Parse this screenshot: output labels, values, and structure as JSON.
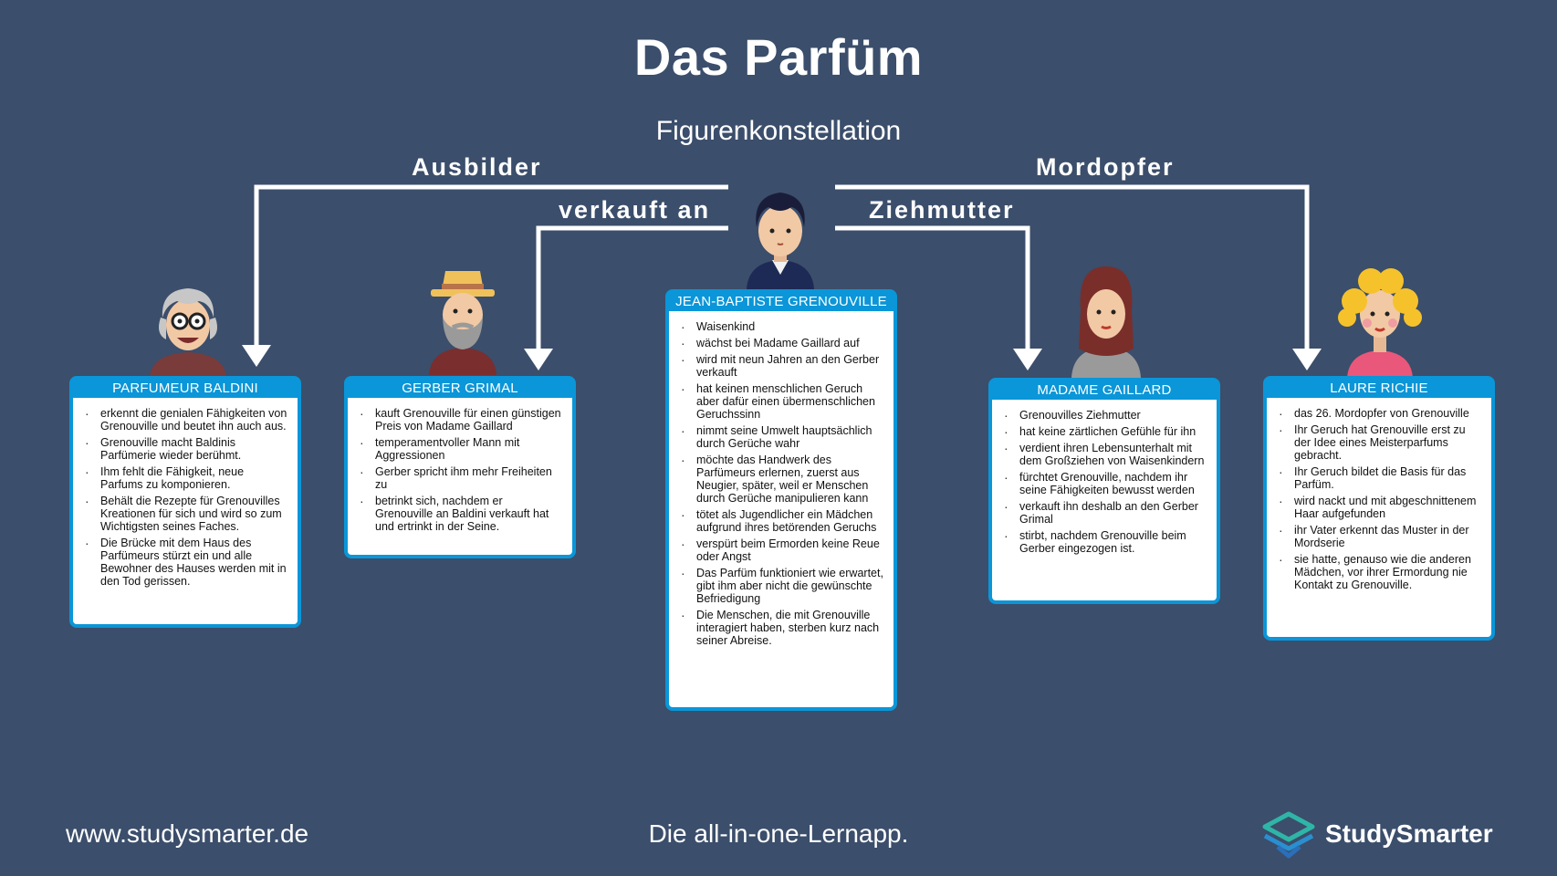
{
  "title": "Das Parfüm",
  "subtitle": "Figurenkonstellation",
  "relations": {
    "ausbilder": "Ausbilder",
    "verkauft_an": "verkauft an",
    "ziehmutter": "Ziehmutter",
    "mordopfer": "Mordopfer"
  },
  "center": {
    "name": "JEAN-BAPTISTE GRENOUVILLE",
    "items": [
      "Waisenkind",
      "wächst bei Madame Gaillard auf",
      "wird mit neun Jahren an den Gerber verkauft",
      "hat keinen menschlichen Geruch aber dafür einen übermenschlichen Geruchssinn",
      "nimmt seine Umwelt hauptsächlich durch Gerüche wahr",
      "möchte das Handwerk des Parfümeurs erlernen, zuerst aus Neugier, später, weil er Menschen durch Gerüche manipulieren kann",
      "tötet als Jugendlicher ein Mädchen aufgrund ihres betörenden Geruchs",
      "verspürt beim Ermorden keine Reue oder Angst",
      "Das Parfüm funktioniert wie erwartet, gibt ihm aber nicht die gewünschte Befriedigung",
      "Die Menschen, die mit Grenouville interagiert haben, sterben kurz nach seiner Abreise."
    ]
  },
  "baldini": {
    "name": "PARFUMEUR BALDINI",
    "items": [
      "erkennt die genialen Fähigkeiten von Grenouville und beutet ihn auch aus.",
      "Grenouville macht Baldinis Parfümerie wieder berühmt.",
      "Ihm fehlt die Fähigkeit, neue Parfums zu komponieren.",
      "Behält die Rezepte für Grenouvilles Kreationen für sich und wird so zum Wichtigsten seines Faches.",
      "Die Brücke mit dem Haus des Parfümeurs stürzt ein und alle Bewohner des Hauses werden mit in den Tod gerissen."
    ]
  },
  "grimal": {
    "name": "GERBER GRIMAL",
    "items": [
      "kauft Grenouville für einen günstigen Preis von Madame Gaillard",
      "temperamentvoller Mann mit Aggressionen",
      "Gerber spricht ihm mehr Freiheiten zu",
      "betrinkt sich, nachdem er Grenouville an Baldini verkauft hat und ertrinkt in der Seine."
    ]
  },
  "gaillard": {
    "name": "MADAME GAILLARD",
    "items": [
      "Grenouvilles Ziehmutter",
      "hat keine zärtlichen Gefühle für ihn",
      "verdient ihren Lebensunterhalt mit dem Großziehen von Waisenkindern",
      "fürchtet Grenouville, nachdem ihr seine Fähigkeiten bewusst werden",
      "verkauft ihn deshalb an den Gerber Grimal",
      "stirbt, nachdem Grenouville beim Gerber eingezogen ist."
    ]
  },
  "richie": {
    "name": "LAURE RICHIE",
    "items": [
      "das 26. Mordopfer von Grenouville",
      "Ihr Geruch hat Grenouville erst zu der Idee eines Meisterparfums gebracht.",
      "Ihr Geruch bildet die Basis für das Parfüm.",
      "wird nackt und mit abgeschnittenem Haar aufgefunden",
      "ihr Vater erkennt das Muster in der Mordserie",
      "sie hatte, genauso wie die anderen Mädchen, vor ihrer Ermordung nie Kontakt zu Grenouville."
    ]
  },
  "footer": {
    "url": "www.studysmarter.de",
    "tagline": "Die all-in-one-Lernapp.",
    "brand": "StudySmarter"
  },
  "colors": {
    "background": "#3b4e6b",
    "accent": "#0a96d8",
    "card": "#ffffff"
  }
}
